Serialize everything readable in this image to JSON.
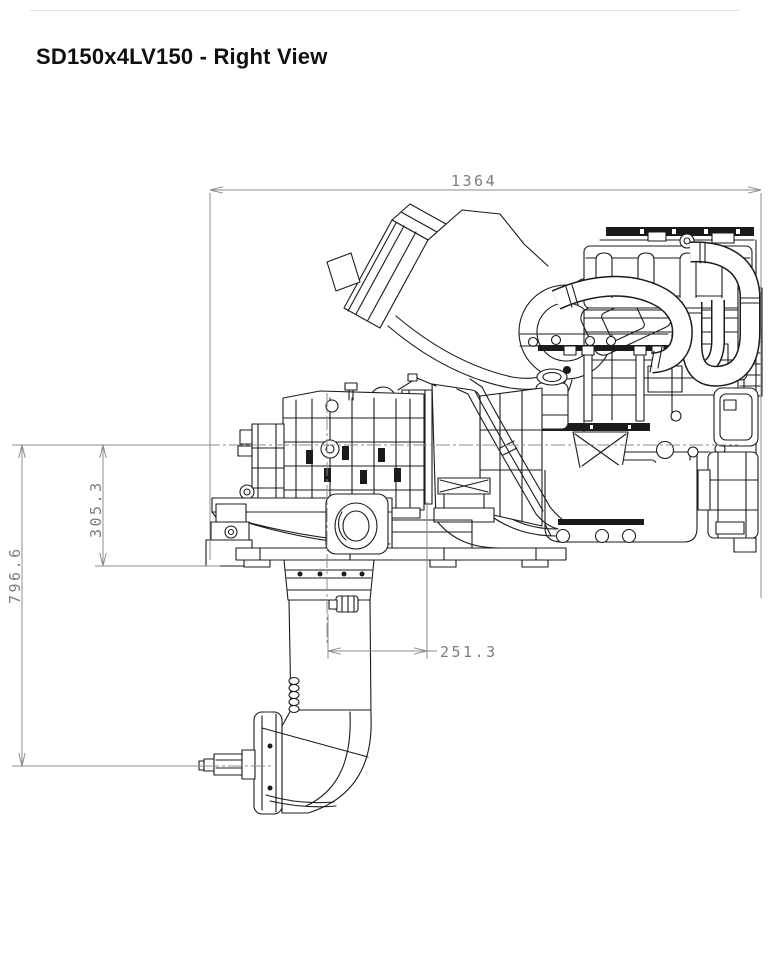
{
  "title": "SD150x4LV150 - Right View",
  "dimensions": {
    "overall_length": "1364",
    "crank_to_mounting_flange": "305.3",
    "crank_to_propeller_axis": "796.6",
    "flange_to_leg_centerline": "251.3"
  }
}
